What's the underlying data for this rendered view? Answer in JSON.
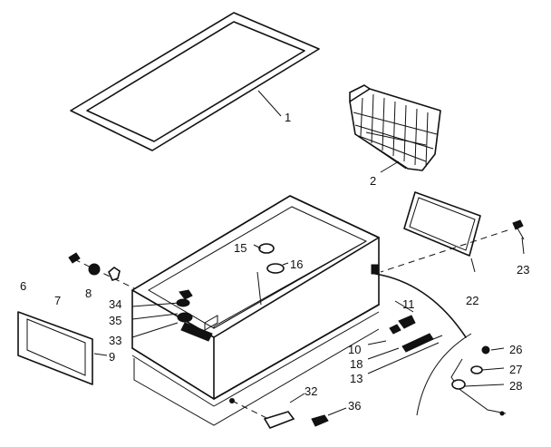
{
  "callouts": [
    {
      "id": "p1",
      "text": "1"
    },
    {
      "id": "p2",
      "text": "2"
    },
    {
      "id": "p6",
      "text": "6"
    },
    {
      "id": "p7",
      "text": "7"
    },
    {
      "id": "p8",
      "text": "8"
    },
    {
      "id": "p9",
      "text": "9"
    },
    {
      "id": "p10",
      "text": "10"
    },
    {
      "id": "p11",
      "text": "11"
    },
    {
      "id": "p13",
      "text": "13"
    },
    {
      "id": "p15",
      "text": "15"
    },
    {
      "id": "p16",
      "text": "16"
    },
    {
      "id": "p18",
      "text": "18"
    },
    {
      "id": "p22",
      "text": "22"
    },
    {
      "id": "p23",
      "text": "23"
    },
    {
      "id": "p26",
      "text": "26"
    },
    {
      "id": "p27",
      "text": "27"
    },
    {
      "id": "p28",
      "text": "28"
    },
    {
      "id": "p32",
      "text": "32"
    },
    {
      "id": "p33",
      "text": "33"
    },
    {
      "id": "p34",
      "text": "34"
    },
    {
      "id": "p35",
      "text": "35"
    },
    {
      "id": "p36",
      "text": "36"
    }
  ]
}
